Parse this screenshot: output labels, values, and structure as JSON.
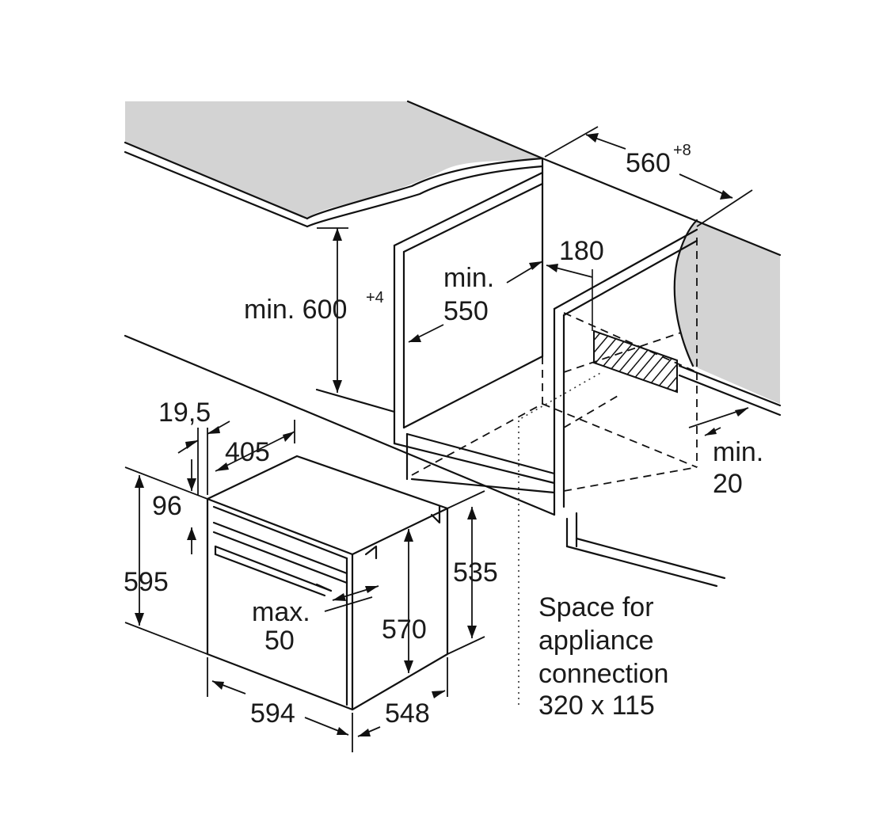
{
  "colors": {
    "worktop": "#d3d3d3",
    "line": "#111111",
    "background": "#ffffff"
  },
  "dimensions": {
    "worktop_width": {
      "value": "560",
      "superscript": "+8"
    },
    "niche_height": {
      "prefix": "min. 600",
      "superscript": "+4"
    },
    "niche_depth_min": {
      "line1": "min.",
      "line2": "550"
    },
    "rear_connection_depth": "180",
    "side_gap_min": {
      "line1": "min.",
      "line2": "20"
    },
    "front_panel_thickness": "19,5",
    "depth_405": "405",
    "top_strip_96": "96",
    "oven_height_595": "595",
    "oven_body_height_535": "535",
    "oven_interior_height_570": "570",
    "handle_max": {
      "line1": "max.",
      "line2": "50"
    },
    "oven_width_594": "594",
    "oven_depth_548": "548"
  },
  "note": {
    "line1": "Space for",
    "line2": "appliance",
    "line3": "connection",
    "line4": "320 x 115"
  }
}
